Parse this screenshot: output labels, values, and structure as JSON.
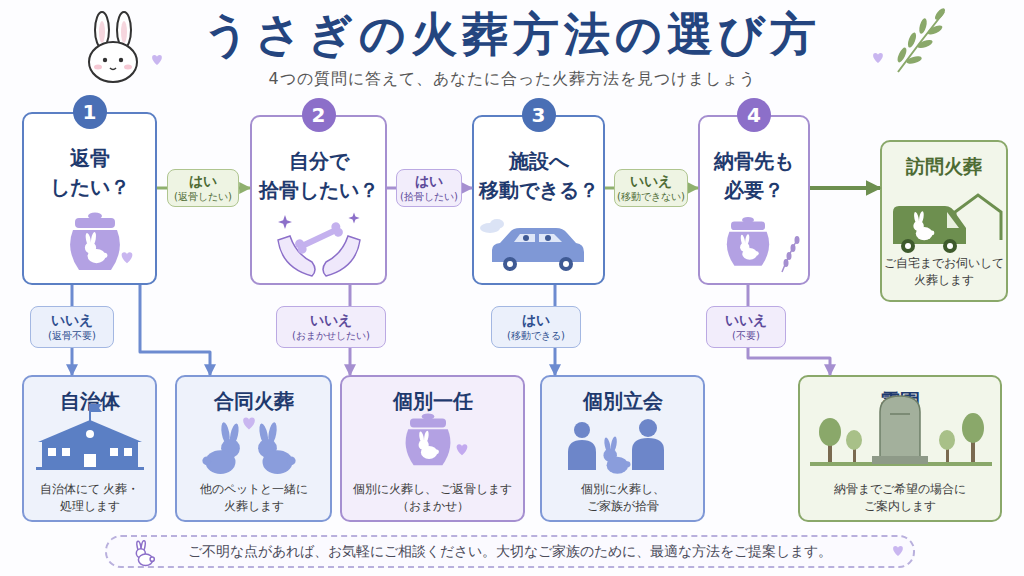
{
  "diagram": {
    "title": "うさぎの火葬方法の選び方",
    "nodes": [
      {
        "text": [
          "1",
          "返骨 したい？"
        ]
      },
      {
        "text": [
          "2",
          "自分で 拾骨したい？"
        ]
      },
      {
        "text": [
          "3",
          "施設へ 移動できる？"
        ]
      },
      {
        "text": [
          "4",
          "納骨先も 必要？"
        ]
      },
      {
        "text": [
          "訪問火葬",
          "ご自宅までお伺いして 火葬します"
        ]
      },
      {
        "text": [
          "自治体",
          "自治体にて 火葬・処理します"
        ]
      },
      {
        "text": [
          "合同火葬",
          "他のペットと一緒に 火葬します"
        ]
      },
      {
        "text": [
          "個別一任",
          "個別に火葬し、 ご返骨します（おまかせ）"
        ]
      },
      {
        "text": [
          "個別立会",
          "個別に火葬し、 ご家族が拾骨"
        ]
      },
      {
        "text": [
          "霊園",
          "納骨までご希望の場合に ご案内します"
        ]
      },
      {
        "text": [
          "ご不明な点があれば、お気軽にご相談ください。大切なご家族のために、最適な方法をご提案します。"
        ]
      }
    ],
    "edges": [
      {
        "from": 0,
        "to": 1,
        "label": "はい (返骨したい)",
        "arrow": "to"
      },
      {
        "from": 1,
        "to": 2,
        "label": "はい (拾骨したい)",
        "arrow": "to"
      },
      {
        "from": 2,
        "to": 3,
        "label": "いいえ (移動できない)",
        "arrow": "to"
      },
      {
        "from": 3,
        "to": 4,
        "arrow": "to"
      },
      {
        "from": 0,
        "to": 5,
        "label": "いいえ (返骨不要)",
        "arrow": "to"
      },
      {
        "from": 0,
        "to": 6,
        "arrow": "to"
      },
      {
        "from": 1,
        "to": 7,
        "label": "いいえ (おまかせしたい)",
        "arrow": "to"
      },
      {
        "from": 2,
        "to": 8,
        "label": "はい (移動できる)",
        "arrow": "to"
      },
      {
        "from": 3,
        "to": 9,
        "label": "いいえ (不要)",
        "arrow": "to"
      }
    ],
    "labels": [
      "4つの質問に答えて、あなたに合った火葬方法を見つけましょう"
    ]
  }
}
